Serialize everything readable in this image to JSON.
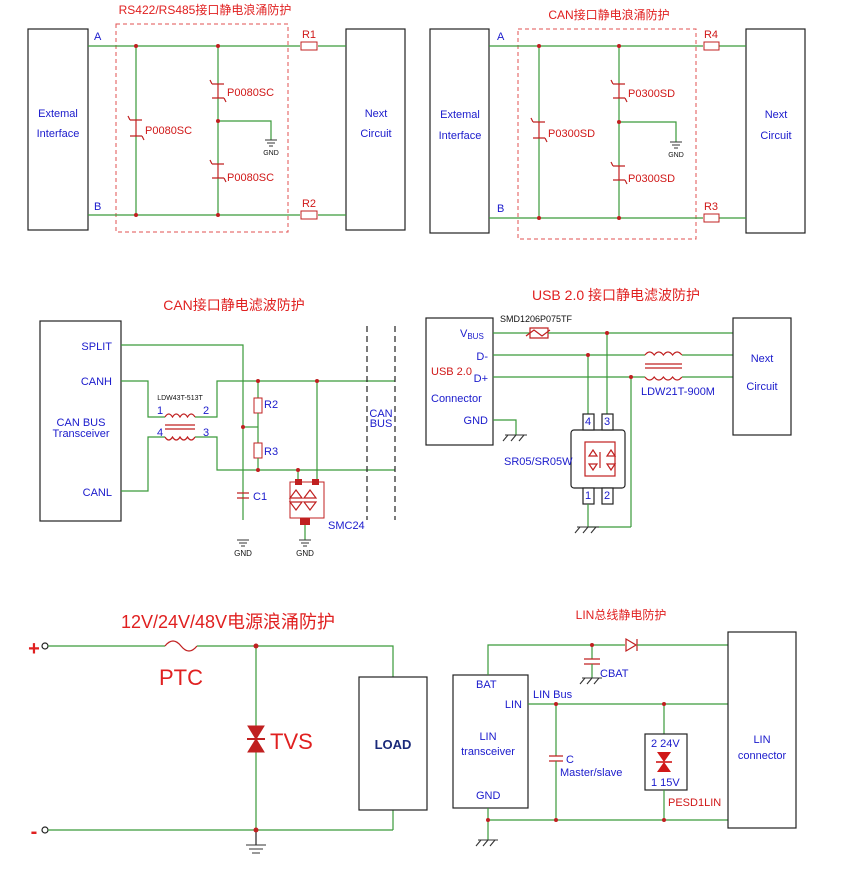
{
  "rs485": {
    "title": "RS422/RS485接口静电浪涌防护",
    "left_box": [
      "Extemal",
      "Interface"
    ],
    "right_box": [
      "Next",
      "Circuit"
    ],
    "line_a": "A",
    "line_b": "B",
    "r_top": "R1",
    "r_bottom": "R2",
    "tvs_left": "P0080SC",
    "tvs_top": "P0080SC",
    "tvs_bottom": "P0080SC",
    "gnd": "GND"
  },
  "can_surge": {
    "title": "CAN接口静电浪涌防护",
    "left_box": [
      "Extemal",
      "Interface"
    ],
    "right_box": [
      "Next",
      "Circuit"
    ],
    "line_a": "A",
    "line_b": "B",
    "r_top": "R4",
    "r_bottom": "R3",
    "tvs_left": "P0300SD",
    "tvs_top": "P0300SD",
    "tvs_bottom": "P0300SD",
    "gnd": "GND"
  },
  "can_filter": {
    "title": "CAN接口静电滤波防护",
    "pins": [
      "SPLIT",
      "CANH",
      "CANL"
    ],
    "transceiver": [
      "CAN BUS",
      "Transceiver"
    ],
    "choke": "LDW43T-513T",
    "choke_pins": [
      "1",
      "2",
      "4",
      "3"
    ],
    "r_top": "R2",
    "r_bottom": "R3",
    "cap": "C1",
    "tvs": "SMC24",
    "bus": [
      "CAN",
      "BUS"
    ],
    "gnd": "GND"
  },
  "usb": {
    "title": "USB 2.0 接口静电滤波防护",
    "fuse": "SMD1206P075TF",
    "pins": [
      "V",
      "BUS",
      "D-",
      "D+",
      "GND"
    ],
    "connector": [
      "USB 2.0",
      "Connector"
    ],
    "choke": "LDW21T-900M",
    "right_box": [
      "Next",
      "Circuit"
    ],
    "tvs": "SR05/SR05W",
    "tvs_pins": [
      "4",
      "3",
      "1",
      "2"
    ]
  },
  "power": {
    "title": "12V/24V/48V电源浪涌防护",
    "plus": "+",
    "minus": "-",
    "ptc": "PTC",
    "tvs": "TVS",
    "load": "LOAD"
  },
  "lin": {
    "title": "LIN总线静电防护",
    "transceiver_pins": [
      "BAT",
      "LIN",
      "GND"
    ],
    "transceiver": [
      "LIN",
      "transceiver"
    ],
    "bus": "LIN Bus",
    "cbat": "CBAT",
    "cap": "C",
    "master": "Master/slave",
    "tvs_top": "2  24V",
    "tvs_bottom": "1  15V",
    "tvs": "PESD1LIN",
    "connector": [
      "LIN",
      "connector"
    ]
  }
}
